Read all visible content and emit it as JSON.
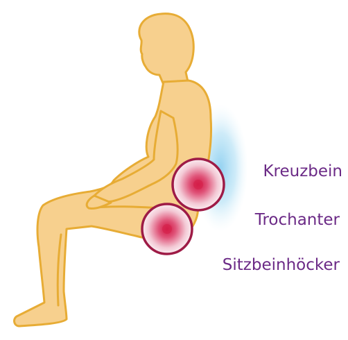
{
  "labels": {
    "kreuzbein": "Kreuzbein",
    "trochanter": "Trochanter",
    "sitzbeinhoecker": "Sitzbeinhöcker"
  },
  "colors": {
    "body_fill": "#f7d08e",
    "body_outline": "#e7ac35",
    "highlight_glow": "#a9dcf4",
    "pressure_ring": "#9e1b46",
    "pressure_center": "#d6244d",
    "label_text": "#6b2a86"
  },
  "icons": {
    "figure": "seated-person-side-view",
    "pressure_points": "pressure-point-marker"
  }
}
